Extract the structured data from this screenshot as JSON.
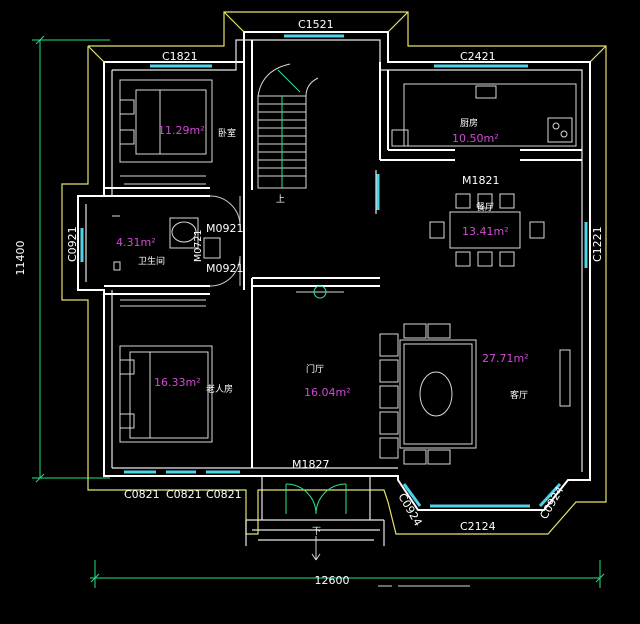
{
  "dimensions": {
    "height": "11400",
    "width": "12600"
  },
  "windows": {
    "c1521": "C1521",
    "c1821": "C1821",
    "c2421": "C2421",
    "c0921": "C0921",
    "c1221": "C1221",
    "c0821_a": "C0821",
    "c0821_b": "C0821",
    "c0821_c": "C0821",
    "c2124": "C2124",
    "c0924_left": "C0924",
    "c0924_right": "C0924"
  },
  "doors": {
    "m1821": "M1821",
    "m0921_a": "M0921",
    "m0921_b": "M0921",
    "m0721": "M0721",
    "m1827": "M1827"
  },
  "rooms": {
    "bedroom": {
      "name": "卧室",
      "area": "11.29m²"
    },
    "kitchen": {
      "name": "厨房",
      "area": "10.50m²"
    },
    "dining": {
      "name": "餐厅",
      "area": "13.41m²"
    },
    "bathroom": {
      "name": "卫生间",
      "area": "4.31m²"
    },
    "elder_room": {
      "name": "老人房",
      "area": "16.33m²"
    },
    "foyer": {
      "name": "门厅",
      "area": "16.04m²"
    },
    "living": {
      "name": "客厅",
      "area": "27.71m²"
    }
  },
  "stairs": {
    "up": "上",
    "down": "下"
  },
  "colors": {
    "background": "#000000",
    "wall": "#ffffff",
    "window": "#4fd3e6",
    "dimension_line": "#23e08a",
    "area_text": "#d04bd4",
    "outline": "#e7e36a"
  }
}
